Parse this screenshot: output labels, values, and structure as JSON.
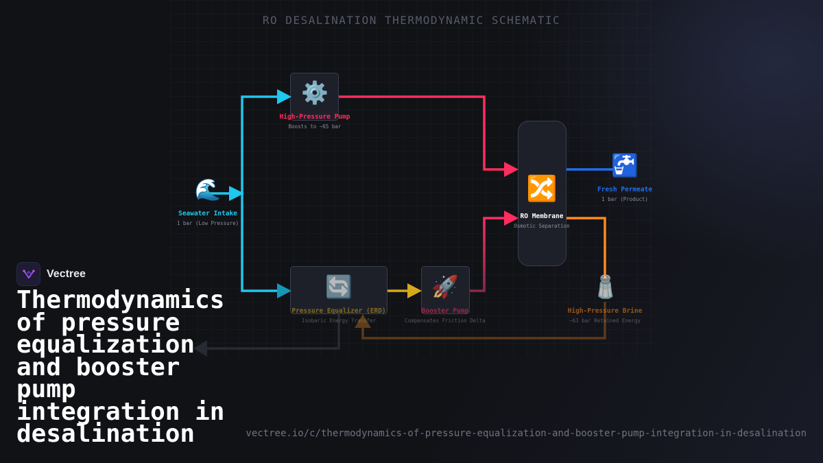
{
  "title": "RO DESALINATION THERMODYNAMIC SCHEMATIC",
  "colors": {
    "seawater": "#1ec8ee",
    "high_pressure": "#ff2d5f",
    "permeate": "#1e6ff0",
    "brine": "#ff8a1a",
    "erd_out": "#d6a81c",
    "return": "#3b3f4a"
  },
  "nodes": {
    "seawater": {
      "icon": "🌊",
      "icon_name": "wave-icon",
      "label": "Seawater Intake",
      "sub": "1 bar (Low Pressure)"
    },
    "hp_pump": {
      "icon": "⚙️",
      "icon_name": "gear-icon",
      "label": "High-Pressure Pump",
      "sub": "Boosts to ~65 bar"
    },
    "erd": {
      "icon": "🔄",
      "icon_name": "cycle-arrows-icon",
      "label": "Pressure Equalizer (ERD)",
      "sub": "Isobaric Energy Transfer"
    },
    "booster": {
      "icon": "🚀",
      "icon_name": "rocket-icon",
      "label": "Booster Pump",
      "sub": "Compensates Friction Delta"
    },
    "membrane": {
      "icon": "🔀",
      "icon_name": "shuffle-icon",
      "label": "RO Membrane",
      "sub": "Osmotic Separation"
    },
    "permeate": {
      "icon": "🚰",
      "icon_name": "water-tap-icon",
      "label": "Fresh Permeate",
      "sub": "1 bar (Product)"
    },
    "brine": {
      "icon": "🧂",
      "icon_name": "salt-shaker-icon",
      "label": "High-Pressure Brine",
      "sub": "~63 bar Retained Energy"
    }
  },
  "brand": {
    "name": "Vectree",
    "logo_icon": "vectree-logo-icon"
  },
  "headline": "Thermodynamics of pressure equalization and booster pump integration in desalination",
  "url": "vectree.io/c/thermodynamics-of-pressure-equalization-and-booster-pump-integration-in-desalination"
}
